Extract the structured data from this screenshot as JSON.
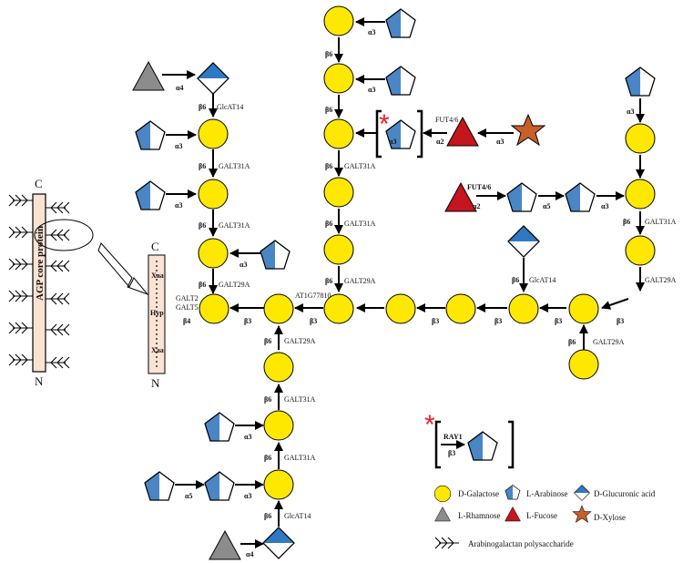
{
  "core": {
    "c_label": "C",
    "n_label": "N",
    "protein_label": "AGP core protein",
    "hyp_c": "C",
    "hyp_n": "N",
    "xaa_top": "Xaa",
    "hyp": "Hyp",
    "xaa_bottom": "Xaa"
  },
  "linkages": {
    "a3": "α3",
    "a4": "α4",
    "a5": "α5",
    "a2": "α2",
    "b3": "β3",
    "b4": "β4",
    "b6": "β6"
  },
  "enzymes": {
    "glcat14": "GlcAT14",
    "galt31a": "GALT31A",
    "galt29a": "GALT29A",
    "galt2": "GALT2",
    "galt5": "GALT5",
    "fut46": "FUT4/6",
    "at1g77810": "AT1G77810",
    "ray1": "RAY1"
  },
  "asterisk": "*",
  "legend": {
    "galactose": "D-Galactose",
    "arabinose": "L-Arabinose",
    "glucuronic": "D-Glucuronic acid",
    "rhamnose": "L-Rhamnose",
    "fucose": "L-Fucose",
    "xylose": "D-Xylose",
    "polysaccharide": "Arabinogalactan polysaccharide"
  },
  "colors": {
    "galactose": "#ffe800",
    "arabinose": "#4a86c5",
    "glucuronic": "#2f78c4",
    "rhamnose": "#8c8c8c",
    "fucose": "#c4161c",
    "xylose": "#c8602a",
    "core": "#fbe3d3",
    "asterisk": "#e8212b"
  }
}
